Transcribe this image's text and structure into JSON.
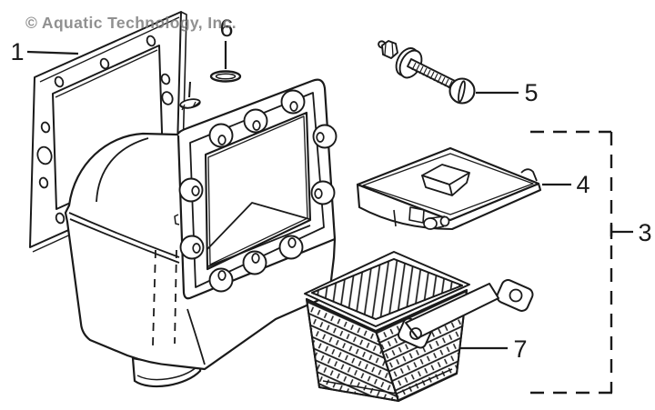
{
  "watermark": {
    "text": "© Aquatic Technology, Inc."
  },
  "diagram": {
    "labels": {
      "part1": "1",
      "part3": "3",
      "part4": "4",
      "part5": "5",
      "part6": "6",
      "part7": "7"
    }
  },
  "colors": {
    "line": "#1a1a1a",
    "watermark": "#7d7d7d",
    "background": "#ffffff"
  }
}
